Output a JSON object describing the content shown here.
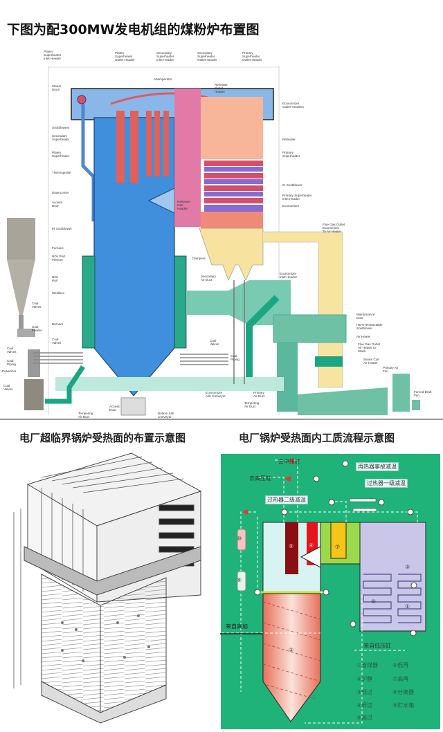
{
  "title": "下图为配300MW发电机组的煤粉炉布置图",
  "sections": {
    "left": "电厂超临界锅炉受热面的布置示意图",
    "right": "电厂锅炉受热面内工质流程示意图"
  },
  "top": {
    "labels": [
      "Platen\nSuperheater\nInlet Header",
      "Steam\nDrum",
      "Sootblowers",
      "Secondary\nSuperheater",
      "Platen\nSuperheater",
      "Thermoprobe",
      "Downcomer",
      "Access\nDoor",
      "IR Sootblower",
      "Furnace",
      "NOx Port\nPlenum",
      "NOx\nPort",
      "Windbox",
      "Coal\nValves",
      "Burners",
      "Coal\nValves",
      "Coal\nFeeder",
      "Coal\nValves",
      "Coal\nPiping",
      "Pulverizer",
      "Platen\nSuperheater\nOutlet Header",
      "Secondary\nSuperheater\nInlet Header",
      "Secondary\nSuperheater\nOutlet Header",
      "Primary\nSuperheater\nOutlet Header",
      "Attemperator",
      "Reheater\nOutlet\nHeader",
      "Economizer\nOutlet Headers",
      "Reheater",
      "Primary\nSuperheater",
      "IK Sootblower",
      "Primary Superheater\nInlet Header",
      "Economizer",
      "Flue Gas Outlet\nEconomizer\nTo Air Heater",
      "Economizer\nInlet Header",
      "Maintenance\nDoor",
      "HEAH Retractable\nSootblower",
      "Air Heater",
      "Flue Gas Outlet\nAir Heater to\nStack",
      "Steam Coil\nAir Heater",
      "Primary Air\nFan",
      "Forced Draft\nFan",
      "Reheater\nInlet\nHeader",
      "Dampers",
      "Secondary\nAir Duct",
      "Coal\nValves",
      "Coal\nPiping",
      "Economizer\nAsh Conveyor",
      "Primary\nAir Duct",
      "Tempering\nAir Duct",
      "Access\nDoor",
      "Bottom Ash\nConveyor",
      "Tempering\nAir Duct",
      "Coal\nValves"
    ]
  },
  "flow": {
    "to_ip": "去中压缸",
    "to_hp": "去高压缸",
    "rh_attemp": "再热器事故减温",
    "sh1": "过热器一级减温",
    "sh2": "过热器二级减温",
    "from_hph": "来自高加",
    "from_lp": "来自低压缸",
    "n10": "⑩",
    "n9": "⑨",
    "n5": "⑤",
    "n4": "④",
    "n7": "⑦",
    "n6": "⑥",
    "n3": "③",
    "n1": "①",
    "n2": "②",
    "legend": [
      "①省煤器",
      "⑥低再",
      "②炉膛",
      "⑦高再",
      "③低过",
      "⑧分离器",
      "④屏过",
      "⑨贮水箱",
      "⑤高过"
    ]
  },
  "colors": {
    "furnace": "#3d8fdc",
    "superheater": "#e0605a",
    "economizer": "#f7e4a0",
    "airduct": "#5fc4a8",
    "panel": "#1fb37a"
  }
}
